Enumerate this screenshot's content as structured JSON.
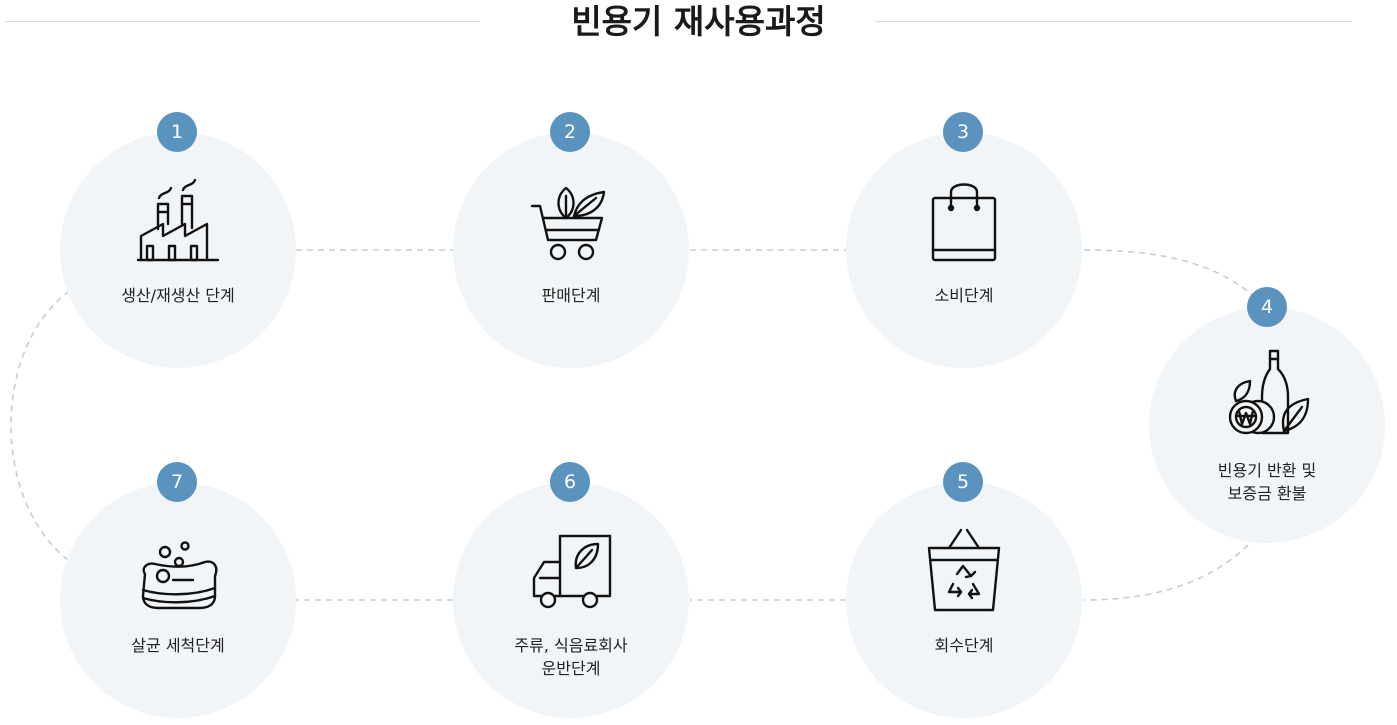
{
  "title": "빈용기 재사용과정",
  "colors": {
    "badge": "#5a93bd",
    "circle": "#f2f5f8",
    "dashed_line": "#cccccc",
    "text": "#222222"
  },
  "steps": [
    {
      "number": "1",
      "label_line1": "생산/재생산 단계",
      "label_line2": "",
      "icon": "factory-icon"
    },
    {
      "number": "2",
      "label_line1": "판매단계",
      "label_line2": "",
      "icon": "shopping-cart-icon"
    },
    {
      "number": "3",
      "label_line1": "소비단계",
      "label_line2": "",
      "icon": "shopping-bag-icon"
    },
    {
      "number": "4",
      "label_line1": "빈용기 반환 및",
      "label_line2": "보증금 환불",
      "icon": "bottle-coin-icon"
    },
    {
      "number": "5",
      "label_line1": "회수단계",
      "label_line2": "",
      "icon": "recycle-basket-icon"
    },
    {
      "number": "6",
      "label_line1": "주류, 식음료회사",
      "label_line2": "운반단계",
      "icon": "truck-icon"
    },
    {
      "number": "7",
      "label_line1": "살균 세척단계",
      "label_line2": "",
      "icon": "soap-bubbles-icon"
    }
  ]
}
